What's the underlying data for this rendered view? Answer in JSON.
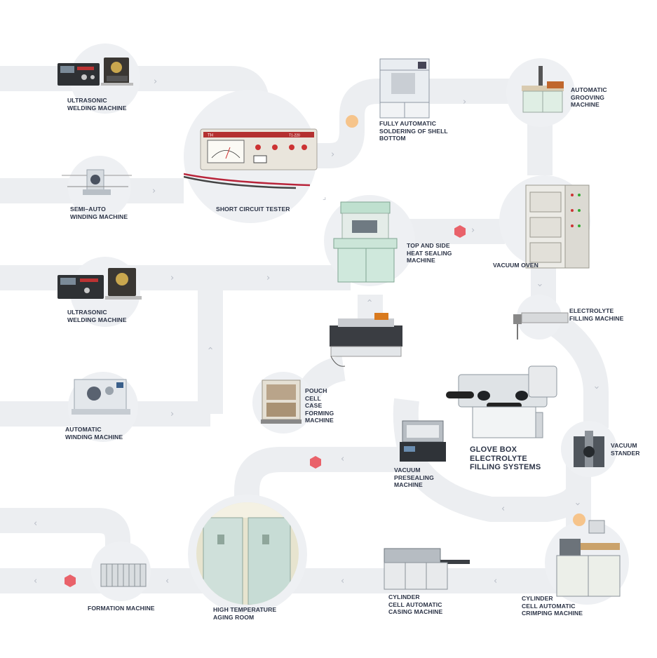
{
  "colors": {
    "track": "#eceef1",
    "circle": "#eef0f3",
    "chevron": "#b7bcc6",
    "hex_marker": "#e9626a",
    "dot_marker": "#f6c48b",
    "label": "#2b3346"
  },
  "labels": {
    "ultrasonic_welding_1": "ULTRASONIC\nWELDING MACHINE",
    "semi_auto_winding": "SEMI–AUTO\nWINDING MACHINE",
    "ultrasonic_welding_2": "ULTRASONIC\nWELDING MACHINE",
    "automatic_winding": "AUTOMATIC\nWINDING MACHINE",
    "short_circuit_tester": "SHORT CIRCUIT TESTER",
    "soldering_shell_bottom": "FULLY AUTOMATIC\nSOLDERING OF SHELL\nBOTTOM",
    "automatic_grooving": "AUTOMATIC\nGROOVING\nMACHINE",
    "top_side_heat_sealing": "TOP AND SIDE\nHEAT SEALING\nMACHINE",
    "vacuum_oven": "VACUUM OVEN",
    "electrolyte_filling": "ELECTROLYTE\nFILLING MACHINE",
    "pouch_cell_forming": "POUCH\nCELL\nCASE\nFORMING\nMACHINE",
    "glove_box": "GLOVE BOX\nELECTROLYTE\nFILLING SYSTEMS",
    "vacuum_stander": "VACUUM\nSTANDER",
    "vacuum_presealing": "VACUUM\nPRESEALING\nMACHINE",
    "formation_machine": "FORMATION MACHINE",
    "aging_room": "HIGH TEMPERATURE\nAGING ROOM",
    "cylinder_casing": "CYLINDER\nCELL AUTOMATIC\nCASING MACHINE",
    "cylinder_crimping": "CYLINDER\nCELL AUTOMATIC\nCRIMPING MACHINE"
  },
  "instrument": {
    "brand_text": "TH",
    "model_text": "T1-220"
  }
}
